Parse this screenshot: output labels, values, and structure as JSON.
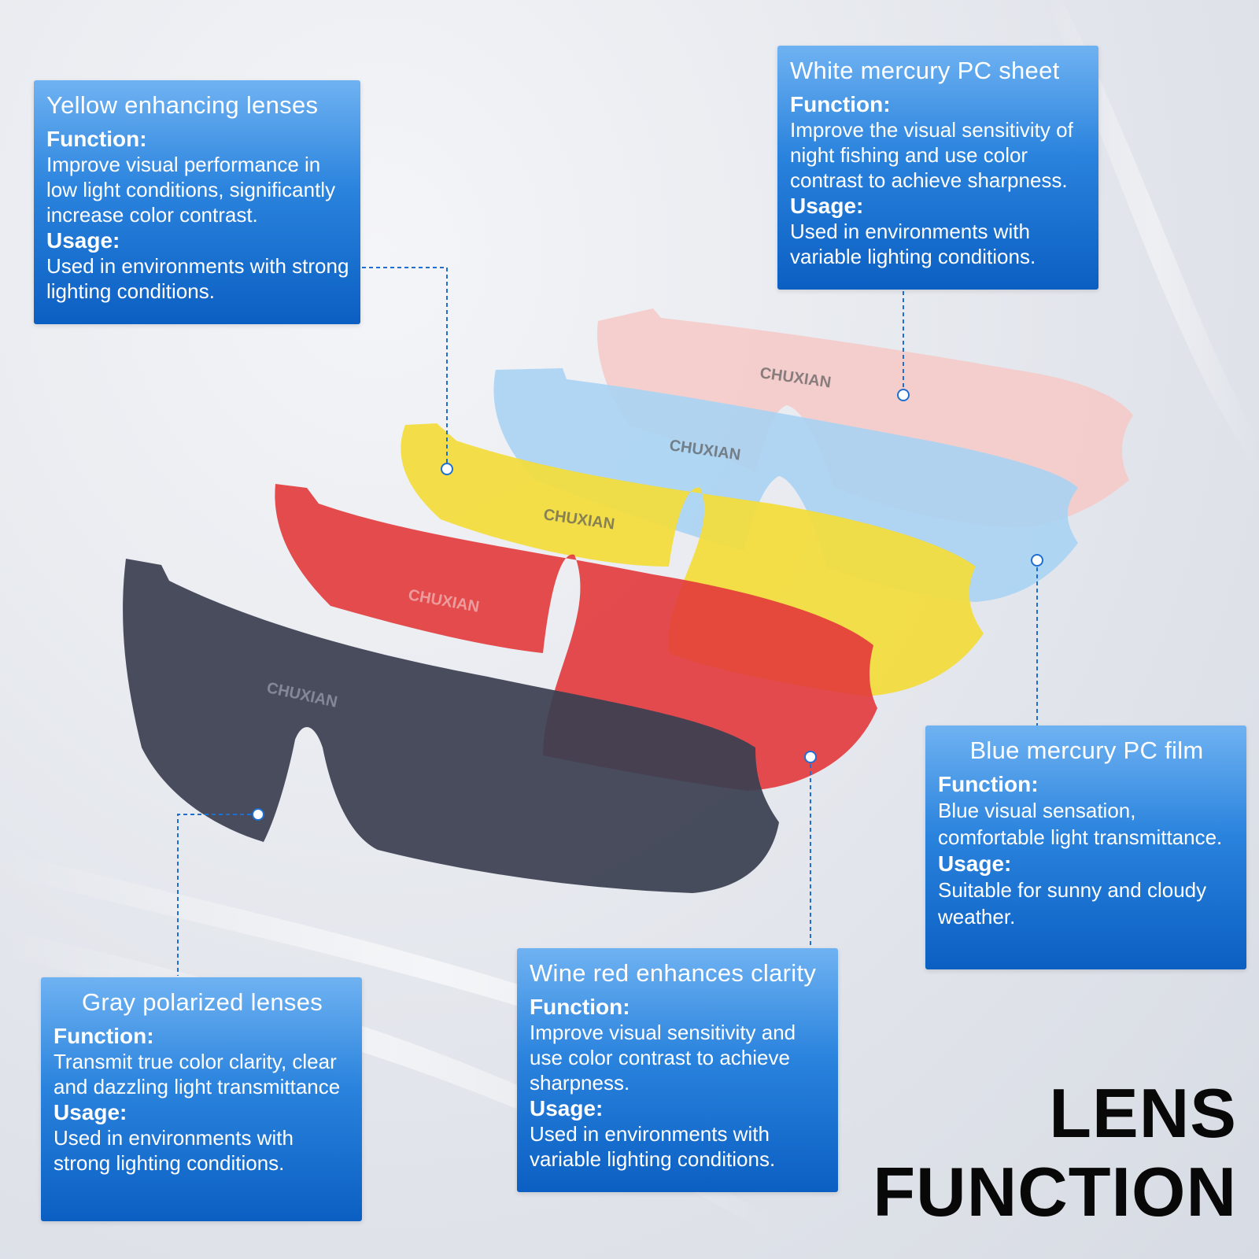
{
  "brand": "CHUXIAN",
  "heading": {
    "line1": "LENS",
    "line2": "FUNCTION"
  },
  "cards": {
    "yellow": {
      "title": "Yellow enhancing lenses",
      "function_label": "Function:",
      "function_text": "Improve visual performance in low light conditions, significantly increase color contrast.",
      "usage_label": "Usage:",
      "usage_text": "Used in environments with strong lighting conditions."
    },
    "white": {
      "title": "White mercury PC sheet",
      "function_label": "Function:",
      "function_text": "Improve the visual sensitivity of night fishing and use color contrast to achieve sharpness.",
      "usage_label": "Usage:",
      "usage_text": "Used in environments with variable lighting conditions."
    },
    "blue": {
      "title": "Blue mercury PC film",
      "function_label": "Function:",
      "function_text": "Blue visual sensation, comfortable light transmittance.",
      "usage_label": "Usage:",
      "usage_text": "Suitable for sunny and cloudy weather."
    },
    "red": {
      "title": "Wine red enhances clarity",
      "function_label": "Function:",
      "function_text": "Improve visual sensitivity and use color contrast to achieve sharpness.",
      "usage_label": "Usage:",
      "usage_text": "Used in environments with variable lighting conditions."
    },
    "gray": {
      "title": "Gray polarized lenses",
      "function_label": "Function:",
      "function_text": "Transmit true color clarity, clear and dazzling light transmittance",
      "usage_label": "Usage:",
      "usage_text": "Used in environments with strong lighting conditions."
    }
  },
  "colors": {
    "card_top": "#6fb2f2",
    "card_bottom": "#0b5fc2",
    "pink_lens": "#f6c9c7",
    "blue_lens": "#a9d3f3",
    "yellow_lens": "#f3dc3a",
    "red_lens": "#e2393b",
    "gray_lens": "#3b3f52",
    "connector": "#1f6fd1"
  }
}
